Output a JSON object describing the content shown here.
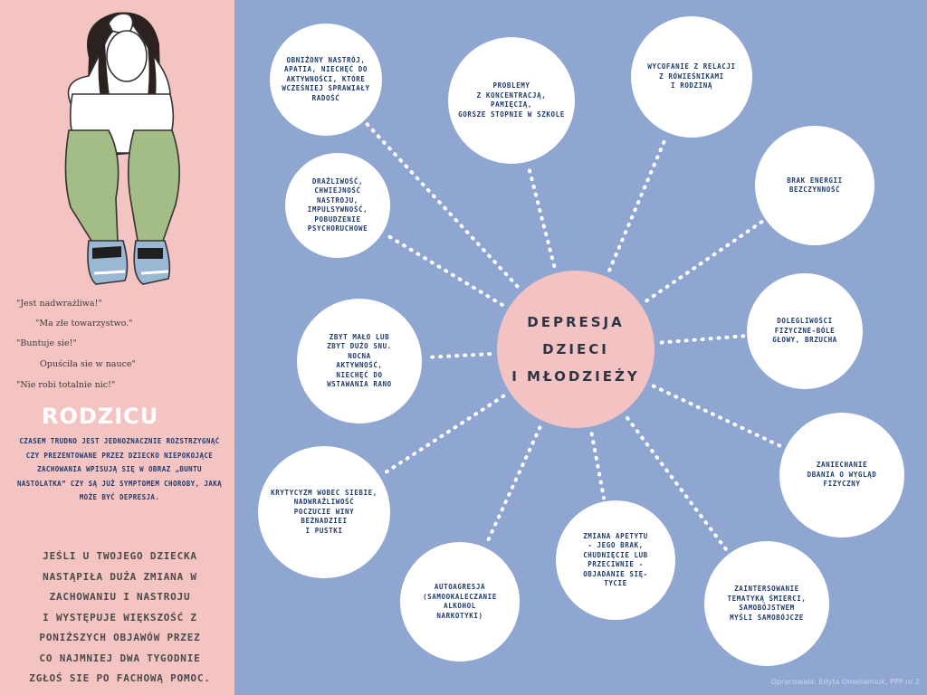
{
  "center": {
    "title": "DEPRESJA\nDZIECI\nI MŁODZIEŻY"
  },
  "bubbles": [
    {
      "text": "OBNIŻONY NASTRÓJ,\nAPATIA, NIECHĘĆ DO\nAKTYWNOŚCI, KTÓRE\nWCZEŚNIEJ SPRAWIAŁY\nRADOŚĆ"
    },
    {
      "text": "PROBLEMY\nZ KONCENTRACJĄ,\nPAMIĘCIĄ,\nGORSZE STOPNIE W SZKOLE"
    },
    {
      "text": "WYCOFANIE Z RELACJI\nZ RÓWIEŚNIKAMI\nI RODZINĄ"
    },
    {
      "text": "BRAK ENERGII\nBEZCZYNNOŚĆ"
    },
    {
      "text": "DRAŻLIWOŚĆ,\nCHWIEJNOŚĆ\nNASTROJU,\nIMPULSYWNOŚĆ,\nPOBUDZENIE\nPSYCHORUCHOWE"
    },
    {
      "text": "DOLEGLIWOŚCI\nFIZYCZNE-BÓLE\nGŁOWY, BRZUCHA"
    },
    {
      "text": "ZBYT MAŁO LUB\nZBYT DUŻO SNU.\nNOCNA\nAKTYWNOŚĆ,\nNIECHĘĆ DO\nWSTAWANIA RANO"
    },
    {
      "text": "ZANIECHANIE\nDBANIA O WYGLĄD\nFIZYCZNY"
    },
    {
      "text": "KRYTYCYZM WOBEC SIEBIE,\nNADWRAŻLIWOŚĆ\nPOCZUCIE WINY\nBEZNADZIEI\nI PUSTKI"
    },
    {
      "text": "ZMIANA APETYTU\n- JEGO BRAK,\nCHUDNIĘCIE LUB\nPRZECIWNIE -\nOBJADANIE SIĘ-\nTYCIE"
    },
    {
      "text": "AUTOAGRESJA\n(SAMOOKALECZANIE\nALKOHOL\nNARKOTYKI)"
    },
    {
      "text": "ZAINTERSOWANIE\nTEMATYKĄ ŚMIERCI,\nSAMOBÓJSTWEM\nMYŚLI SAMOBÓJCZE"
    }
  ],
  "quotes": [
    "\"Jest nadwrażliwa!\"",
    "\"Ma złe towarzystwo.\"",
    "\"Buntuje sie!\"",
    "Opuściła sie w nauce\"",
    "\"Nie robi totalnie nic!\""
  ],
  "parent": {
    "heading": "RODZICU",
    "paragraph": "CZASEM TRUDNO JEST JEDNOZNACZNIE ROZSTRZYGNĄĆ CZY PREZENTOWANE PRZEZ DZIECKO NIEPOKOJĄCE ZACHOWANIA WPISUJĄ SIĘ W OBRAZ „BUNTU NASTOLATKA” CZY SĄ JUŻ SYMPTOMEM CHOROBY, JAKĄ MOŻE BYĆ DEPRESJA.",
    "advice": "JEŚLI U TWOJEGO DZIECKA\nNASTĄPIŁA DUŻA ZMIANA W\nZACHOWANIU I NASTROJU\nI WYSTĘPUJE WIĘKSZOŚĆ Z\nPONIŻSZYCH OBJAWÓW PRZEZ\nCO NAJMNIEJ DWA TYGODNIE\nZGŁOŚ SIE PO FACHOWĄ POMOC."
  },
  "credit": "Opracowała: Edyta Omeliamiuk, PPP nr 2",
  "colors": {
    "left_panel": "#f4c4c3",
    "right_panel": "#8fa6d1",
    "bubble": "#ffffff",
    "center_bubble": "#f3c3c3",
    "bubble_text": "#1f3b6e"
  }
}
